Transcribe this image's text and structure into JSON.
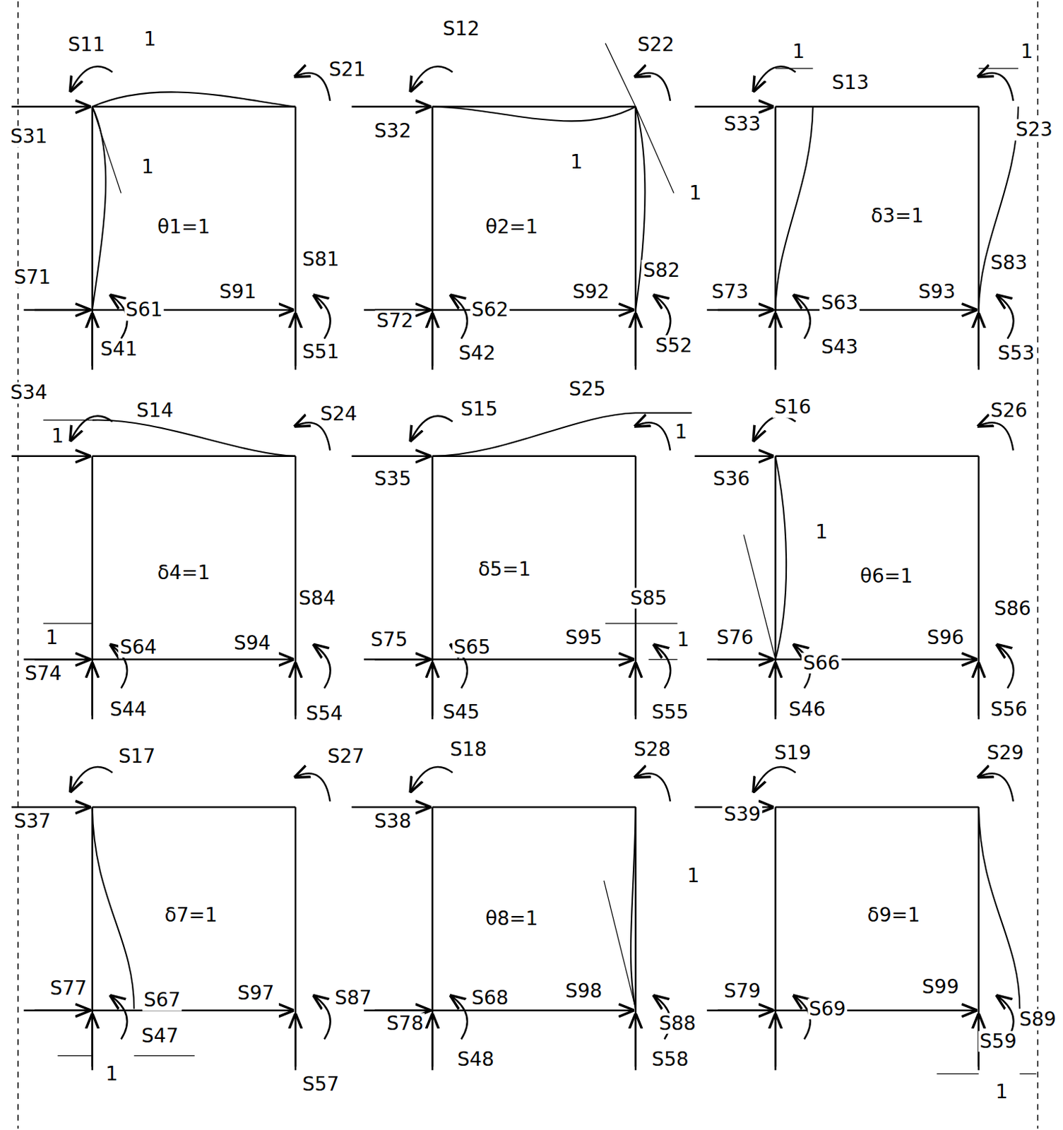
{
  "diagram": {
    "labels": [
      "S11",
      "1",
      "S21",
      "S31",
      "1",
      "θ1=1",
      "S71",
      "S61",
      "S91",
      "S81",
      "S41",
      "S51",
      "S12",
      "S22",
      "S32",
      "1",
      "1",
      "θ2=1",
      "S82",
      "S92",
      "S62",
      "S72",
      "S42",
      "S52",
      "1",
      "1",
      "S13",
      "S23",
      "S33",
      "δ3=1",
      "S83",
      "S73",
      "S63",
      "S93",
      "S43",
      "S53",
      "S34",
      "1",
      "S14",
      "S24",
      "δ4=1",
      "1",
      "S84",
      "S64",
      "S74",
      "S94",
      "S44",
      "S54",
      "S15",
      "S25",
      "1",
      "S35",
      "δ5=1",
      "S85",
      "1",
      "S75",
      "S65",
      "S95",
      "S45",
      "S55",
      "S16",
      "S26",
      "S36",
      "1",
      "θ6=1",
      "S86",
      "S76",
      "S66",
      "S96",
      "S46",
      "S56",
      "S17",
      "S27",
      "S37",
      "δ7=1",
      "S77",
      "S67",
      "S97",
      "S87",
      "S47",
      "1",
      "S57",
      "S18",
      "S28",
      "S38",
      "1",
      "θ8=1",
      "S68",
      "S78",
      "S98",
      "S88",
      "S48",
      "S58",
      "S19",
      "S29",
      "S39",
      "δ9=1",
      "S79",
      "S69",
      "S99",
      "S89",
      "S59",
      "1"
    ]
  }
}
